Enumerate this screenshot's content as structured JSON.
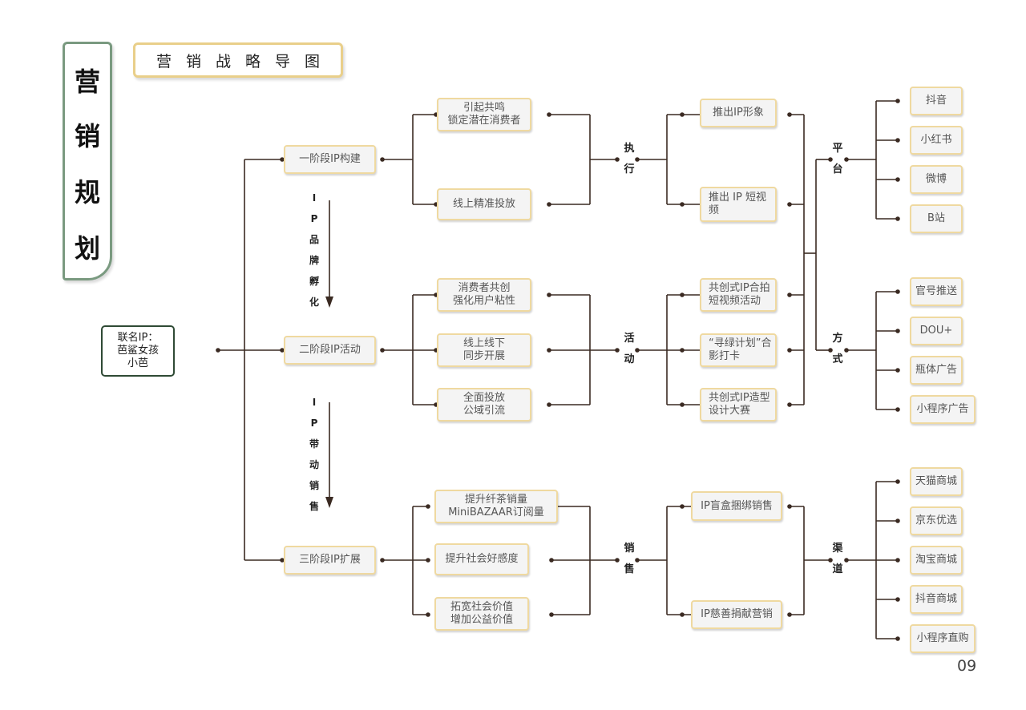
{
  "banner": {
    "chars": [
      "营",
      "销",
      "规",
      "划"
    ]
  },
  "title": "营销战略导图",
  "page_number": "09",
  "root": "联名IP：\n芭鲨女孩\n小芭",
  "stages": [
    "一阶段IP构建",
    "二阶段IP活动",
    "三阶段IP扩展"
  ],
  "vertical_labels": [
    [
      "I",
      "P",
      "品",
      "牌",
      "孵",
      "化"
    ],
    [
      "I",
      "P",
      "带",
      "动",
      "销",
      "售"
    ]
  ],
  "tactics": {
    "stage1": [
      "引起共鸣\n锁定潜在消费者",
      "线上精准投放"
    ],
    "stage2": [
      "消费者共创\n强化用户粘性",
      "线上线下\n同步开展",
      "全面投放\n公域引流"
    ],
    "stage3": [
      "提升纤茶销量\nMiniBAZAAR订阅量",
      "提升社会好感度",
      "拓宽社会价值\n增加公益价值"
    ]
  },
  "junctions": {
    "stage1": [
      "执",
      "行"
    ],
    "stage2": [
      "活",
      "动"
    ],
    "stage3": [
      "销",
      "售"
    ],
    "platform": [
      "平",
      "台"
    ],
    "method": [
      "方",
      "式"
    ],
    "channel": [
      "渠",
      "道"
    ]
  },
  "actions": {
    "stage1": [
      "推出IP形象",
      "推出 IP 短视\n频"
    ],
    "stage2": [
      "共创式IP合拍\n短视频活动",
      "“寻绿计划”合\n影打卡",
      "共创式IP造型\n设计大赛"
    ],
    "stage3": [
      "IP盲盒捆绑销售",
      "IP慈善捐献营销"
    ]
  },
  "platforms": [
    "抖音",
    "小红书",
    "微博",
    "B站"
  ],
  "methods": [
    "官号推送",
    "DOU+",
    "瓶体广告",
    "小程序广告"
  ],
  "channels": [
    "天猫商城",
    "京东优选",
    "淘宝商城",
    "抖音商城",
    "小程序直购"
  ],
  "colors": {
    "line": "#3a2a22",
    "node_border": "#efd9a0",
    "node_fill": "#f4f4f4",
    "banner_border": "#7a9a80",
    "root_border": "#2f4a35",
    "title_border": "#e9cf8a"
  }
}
